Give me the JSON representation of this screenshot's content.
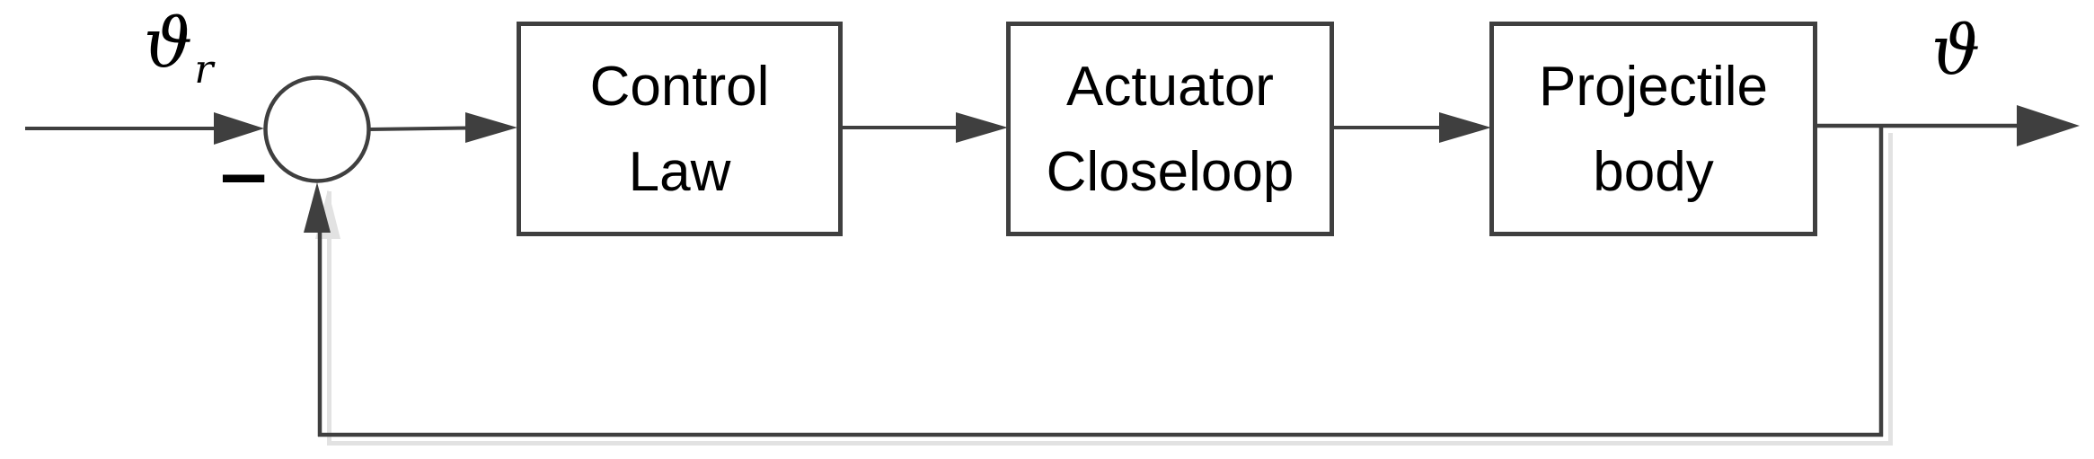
{
  "diagram": {
    "title_hint": "closed-loop pitch control block diagram",
    "input_label": {
      "symbol": "ϑ",
      "subscript": "r"
    },
    "output_label": {
      "symbol": "ϑ"
    },
    "sum_junction": {
      "sign": "−"
    },
    "blocks": [
      {
        "id": "control-law",
        "line1": "Control",
        "line2": "Law"
      },
      {
        "id": "actuator-closeloop",
        "line1": "Actuator",
        "line2": "Closeloop"
      },
      {
        "id": "projectile-body",
        "line1": "Projectile",
        "line2": "body"
      }
    ],
    "colors": {
      "line": "#3f3f3f",
      "text": "#000000",
      "shadow": "#e2e2e2",
      "background": "#ffffff"
    }
  }
}
